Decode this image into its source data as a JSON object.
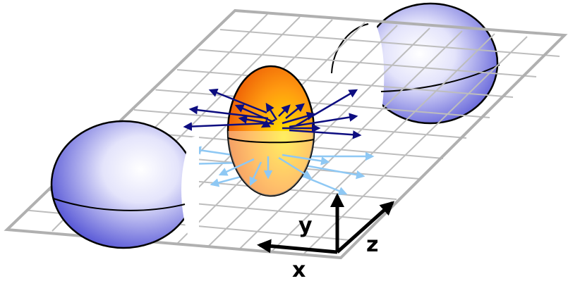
{
  "axes": {
    "x_label": "x",
    "y_label": "y",
    "z_label": "z"
  },
  "colors": {
    "background": "#ffffff",
    "grid": "#bdbdbd",
    "grid_border": "#b0b0b0",
    "sphere_blue_light": "#ffffff",
    "sphere_blue_dark": "#3c3ccf",
    "center_orange_light": "#ffe600",
    "center_orange_dark": "#e23a00",
    "arrow_dark": "#0d0d80",
    "arrow_light": "#8ec8f4",
    "axis": "#000000"
  },
  "icons": {
    "center": "central-ellipsoid-icon",
    "left": "left-sphere-icon",
    "right": "right-sphere-icon"
  }
}
